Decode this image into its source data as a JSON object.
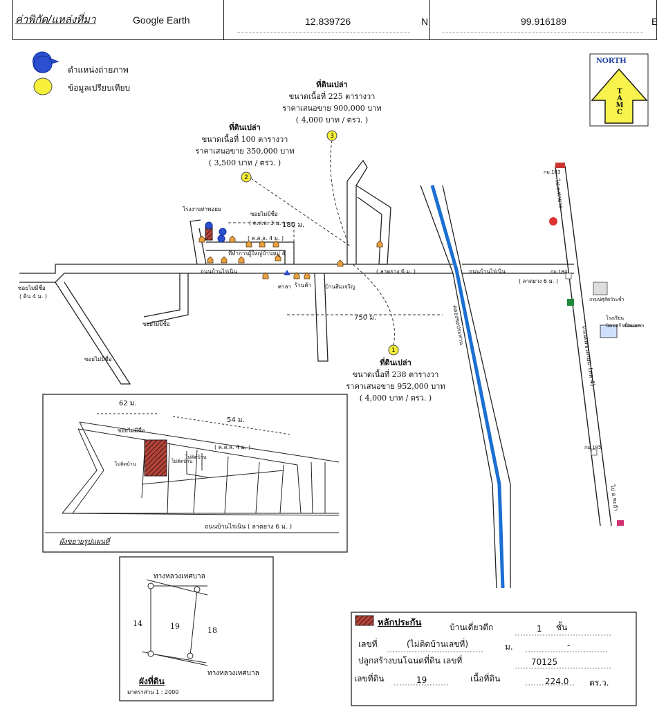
{
  "header": {
    "label": "ค่าพิกัด/แหล่งที่มา",
    "source": "Google Earth",
    "lat": "12.839726",
    "lat_dir": "N",
    "lon": "99.916189",
    "lon_dir": "E"
  },
  "legend": {
    "photo_position": "ตำแหน่งถ่ายภาพ",
    "comparison_data": "ข้อมูลเปรียบเทียบ"
  },
  "north": {
    "title": "NORTH",
    "letters": [
      "T",
      "A",
      "M",
      "C"
    ]
  },
  "comparables": [
    {
      "id": "1",
      "l1": "ที่ดินเปล่า",
      "l2": "ขนาดเนื้อที่ 238 ตารางวา",
      "l3": "ราคาเสนอขาย 952,000 บาท",
      "l4": "( 4,000 บาท / ตรว. )"
    },
    {
      "id": "2",
      "l1": "ที่ดินเปล่า",
      "l2": "ขนาดเนื้อที่ 100 ตารางวา",
      "l3": "ราคาเสนอขาย 350,000 บาท",
      "l4": "( 3,500 บาท / ตรว. )"
    },
    {
      "id": "3",
      "l1": "ที่ดินเปล่า",
      "l2": "ขนาดเนื้อที่ 225 ตารางวา",
      "l3": "ราคาเสนอขาย 900,000 บาท",
      "l4": "( 4,000 บาท / ตรว. )"
    }
  ],
  "map_labels": {
    "factory": "โรงงานท่าพอยย",
    "soi_no_name": "ซอยไม่มีชื่อ",
    "soi_top": "( ค.ส.ล. 3 ม. )",
    "dist_180": "180 ม.",
    "kasl4": "( ค.ส.ล. 4 ม. )",
    "village_hall": "ที่ทำการผู้ใหญ่บ้านหมู่ 4",
    "main_road": "ถนนบ้านไร่เนิน",
    "asphalt6": "( ลาดยาง 6 ม. )",
    "sala": "ศาลา",
    "shop": "ร้านค้า",
    "ban_suemcharoen": "บ้านสิมเจริญ",
    "soi_left": "ซอยไม่มีชื่อ",
    "soi_left_sub": "( ดิน 4 ม. )",
    "dist_750": "750 ม.",
    "canal": "คลองชลประทาน",
    "km183": "กม.183",
    "km184": "กม.184",
    "km185": "กม.185",
    "highway": "ถนนเพชรเกษม (ทล 4)",
    "school": "โรงเรียนนิคมสร้างตนเอง",
    "school2": "เขื่อนเพชร",
    "fisheries": "กรมปศุสัตว์ระช่ำ",
    "to_thayang": "ไป อ.ท่ายาง",
    "to_cha_am": "ไป อ.ชะอำ"
  },
  "inset": {
    "dist_62": "62 ม.",
    "dist_54": "54 ม.",
    "soi": "ซอยไม่มีชื่อ",
    "kasl4": "( ค.ส.ล. 4 ม. )",
    "no_house": "ไม่ติดบ้าน",
    "road": "ถนนบ้านไร่เนิน",
    "road_sub": "( ลาดยาง 6 ม. )",
    "caption": "ผังขยายรูปแผนที่"
  },
  "plot": {
    "road_top": "ทางหลวงเทศบาล",
    "road_bottom": "ทางหลวงเทศบาล",
    "left": "14",
    "center": "19",
    "right": "18",
    "caption": "ผังที่ดิน",
    "scale": "มาตราส่วน 1 : 2000"
  },
  "info": {
    "title": "หลักประกัน",
    "type_label": "บ้านเดี่ยวตึก",
    "floors": "1",
    "floors_unit": "ชั้น",
    "house_no_label": "เลขที่",
    "house_no": "(ไม่ติดบ้านเลขที่)",
    "moo_label": "ม.",
    "moo": "-",
    "deed_label": "ปลูกสร้างบนโฉนดที่ดิน เลขที่",
    "deed_no": "70125",
    "land_no_label": "เลขที่ดิน",
    "land_no": "19",
    "area_label": "เนื้อที่ดิน",
    "area": "224.0",
    "area_unit": "ตร.ว."
  }
}
